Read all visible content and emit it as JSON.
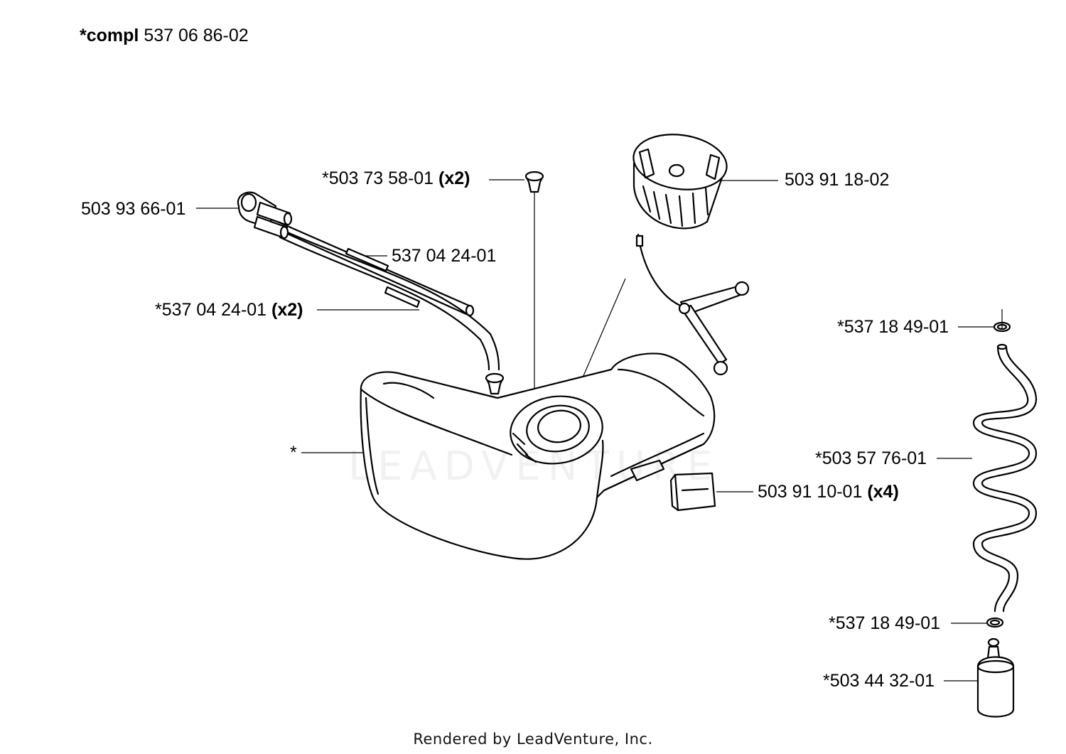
{
  "title": {
    "bold": "*compl",
    "number": "537 06 86-02"
  },
  "labels": [
    {
      "id": "grommet-top",
      "number": "*503 73 58-01",
      "qty": "(x2)"
    },
    {
      "id": "fuel-cap",
      "number": "503 91 18-02",
      "qty": ""
    },
    {
      "id": "primer-bulb",
      "number": "503 93 66-01",
      "qty": ""
    },
    {
      "id": "fuel-hose",
      "number": "537 04 24-01",
      "qty": ""
    },
    {
      "id": "fuel-hose-pair",
      "number": "*537 04 24-01",
      "qty": "(x2)"
    },
    {
      "id": "o-ring-top",
      "number": "*537 18 49-01",
      "qty": ""
    },
    {
      "id": "spiral-hose",
      "number": "*503 57 76-01",
      "qty": ""
    },
    {
      "id": "tank",
      "number": "*",
      "qty": ""
    },
    {
      "id": "rubber-mount",
      "number": "503 91 10-01",
      "qty": "(x4)"
    },
    {
      "id": "o-ring-bottom",
      "number": "*537 18 49-01",
      "qty": ""
    },
    {
      "id": "fuel-filter",
      "number": "*503 44 32-01",
      "qty": ""
    }
  ],
  "footer": "Rendered by LeadVenture, Inc.",
  "watermark": "LEADVENTURE"
}
